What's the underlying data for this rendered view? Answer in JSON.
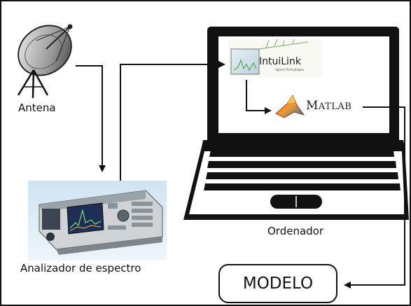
{
  "diagram": {
    "nodes": {
      "antena": {
        "label": "Antena"
      },
      "analizador": {
        "label": "Analizador de espectro"
      },
      "ordenador": {
        "label": "Ordenador"
      },
      "modelo": {
        "label": "MODELO"
      }
    },
    "software": {
      "intuilink": {
        "label": "IntuiLink",
        "vendor": "Agilent Technologies"
      },
      "matlab": {
        "label_first": "M",
        "label_rest": "ATLAB"
      }
    },
    "edges": [
      {
        "from": "antena",
        "to": "analizador"
      },
      {
        "from": "analizador",
        "to": "intuilink"
      },
      {
        "from": "intuilink",
        "to": "matlab"
      },
      {
        "from": "matlab",
        "to": "modelo"
      }
    ]
  }
}
